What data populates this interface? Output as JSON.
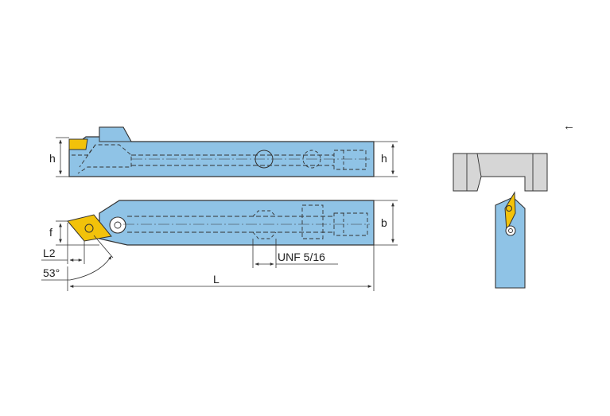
{
  "labels": {
    "h_left": "h",
    "h_right": "h",
    "b": "b",
    "f": "f",
    "l2": "L2",
    "angle": "53°",
    "thread": "UNF 5/16",
    "length": "L"
  },
  "view_direction_arrow": "←",
  "colors": {
    "body": "#8fc3e6",
    "insert": "#f2c20a",
    "workpiece": "#d6d6d6",
    "line": "#333333"
  }
}
